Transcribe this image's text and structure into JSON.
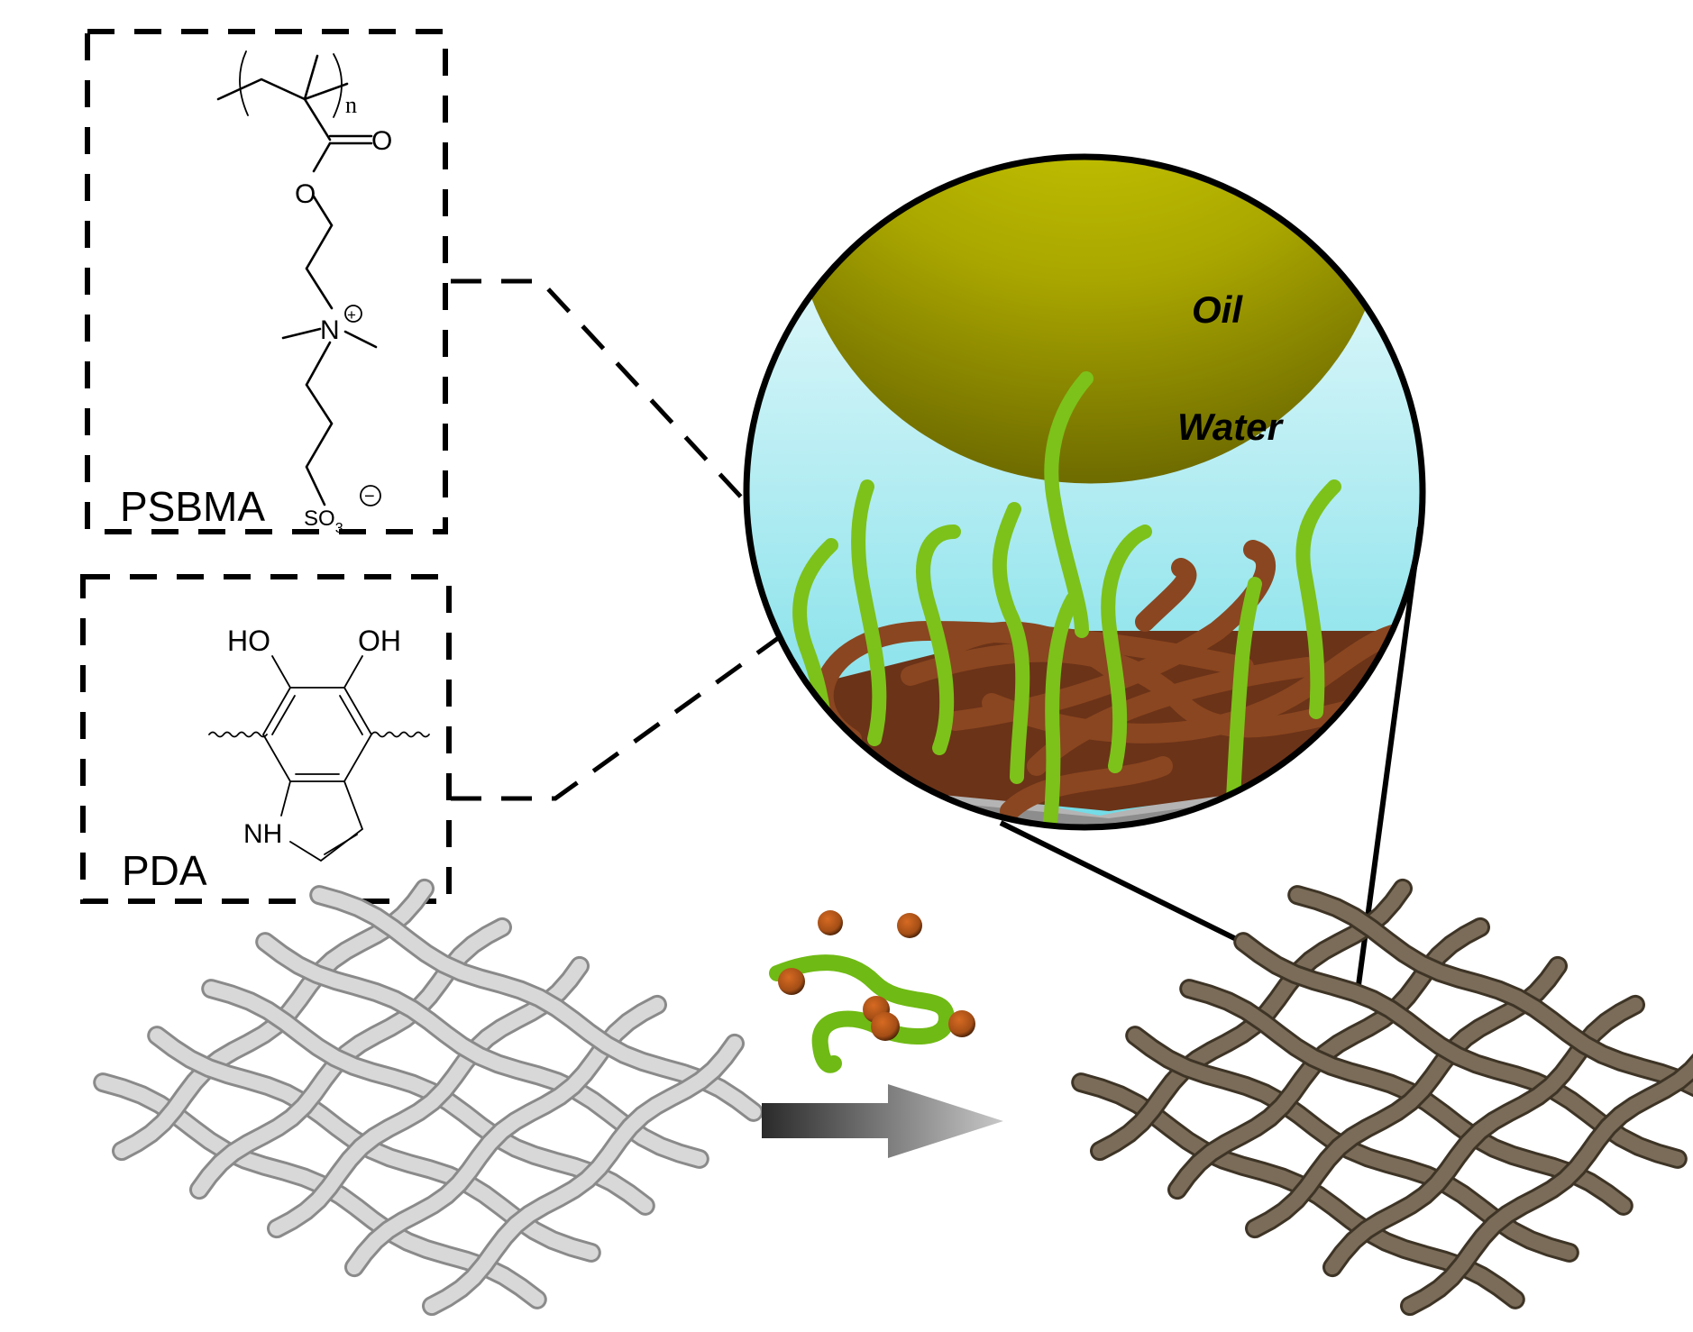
{
  "figure": {
    "description": "Schematic of PSBMA/PDA co-deposition on a mesh for oil/water separation",
    "psbma_box": {
      "label": "PSBMA",
      "atoms": {
        "carbonyl_o": "O",
        "ester_o": "O",
        "nitrogen": "N",
        "n_charge": "+",
        "sulfonate": "SO",
        "sulfonate_sub": "3",
        "s_charge": "−",
        "repeat_index": "n"
      }
    },
    "pda_box": {
      "label": "PDA",
      "atoms": {
        "hydroxyl_left": "HO",
        "hydroxyl_right": "OH",
        "amine": "NH"
      }
    },
    "zoom_circle": {
      "oil_label": "Oil",
      "water_label": "Water"
    },
    "meshes": [
      {
        "id": "pristine",
        "state": "uncoated mesh"
      },
      {
        "id": "coated",
        "state": "PDA/PSBMA coated mesh"
      }
    ],
    "colors": {
      "oil": "#b5b300",
      "water_top": "#ecfbfd",
      "water_bottom": "#7fe0ea",
      "pda_brown": "#8a4a25",
      "psbma_green": "#7fc31c",
      "substrate_gray": "#b4b4b4",
      "mesh_pristine": "#d8d8d8",
      "mesh_coated": "#7a6c58",
      "particle": "#b6561b"
    }
  }
}
